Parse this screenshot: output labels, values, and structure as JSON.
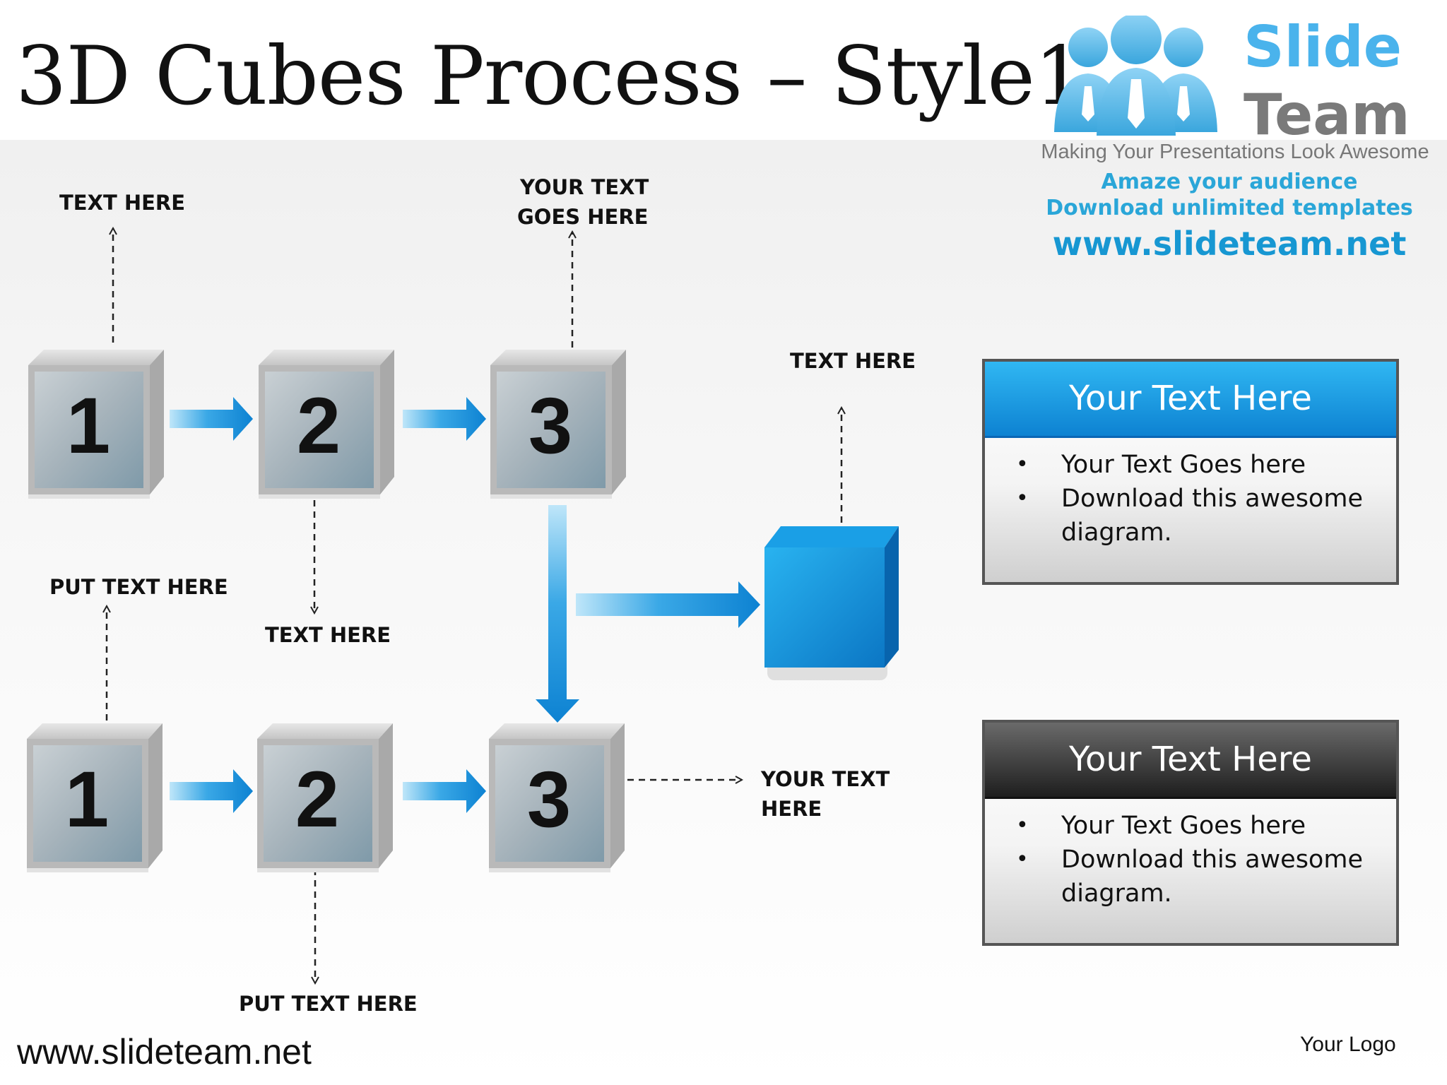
{
  "title": "3D Cubes Process – Style1",
  "brand": {
    "logo_word1": "Slide",
    "logo_word2": "Team",
    "tagline": "Making Your Presentations Look Awesome",
    "promo_line1": "Amaze your audience",
    "promo_line2": "Download unlimited templates",
    "promo_url": "www.slideteam.net"
  },
  "colors": {
    "accent_blue": "#0d82d2",
    "dark_header": "#1e1e1e",
    "cube_gray": "#a9b3b9"
  },
  "diagram": {
    "row1_cubes": [
      "1",
      "2",
      "3"
    ],
    "row2_cubes": [
      "1",
      "2",
      "3"
    ],
    "labels": {
      "top_left": "TEXT HERE",
      "top_mid_line1": "YOUR TEXT",
      "top_mid_line2": "GOES HERE",
      "top_right": "TEXT HERE",
      "mid_left": "PUT TEXT HERE",
      "mid_center": "TEXT HERE",
      "right_line1": "YOUR TEXT",
      "right_line2": "HERE",
      "bottom": "PUT TEXT HERE"
    }
  },
  "cards": [
    {
      "heading": "Your Text Here",
      "bullets": [
        "Your Text Goes here",
        "Download this awesome diagram."
      ]
    },
    {
      "heading": "Your Text Here",
      "bullets": [
        "Your Text Goes here",
        "Download this awesome diagram."
      ]
    }
  ],
  "footer": {
    "url": "www.slideteam.net",
    "logo_text": "Your Logo"
  }
}
